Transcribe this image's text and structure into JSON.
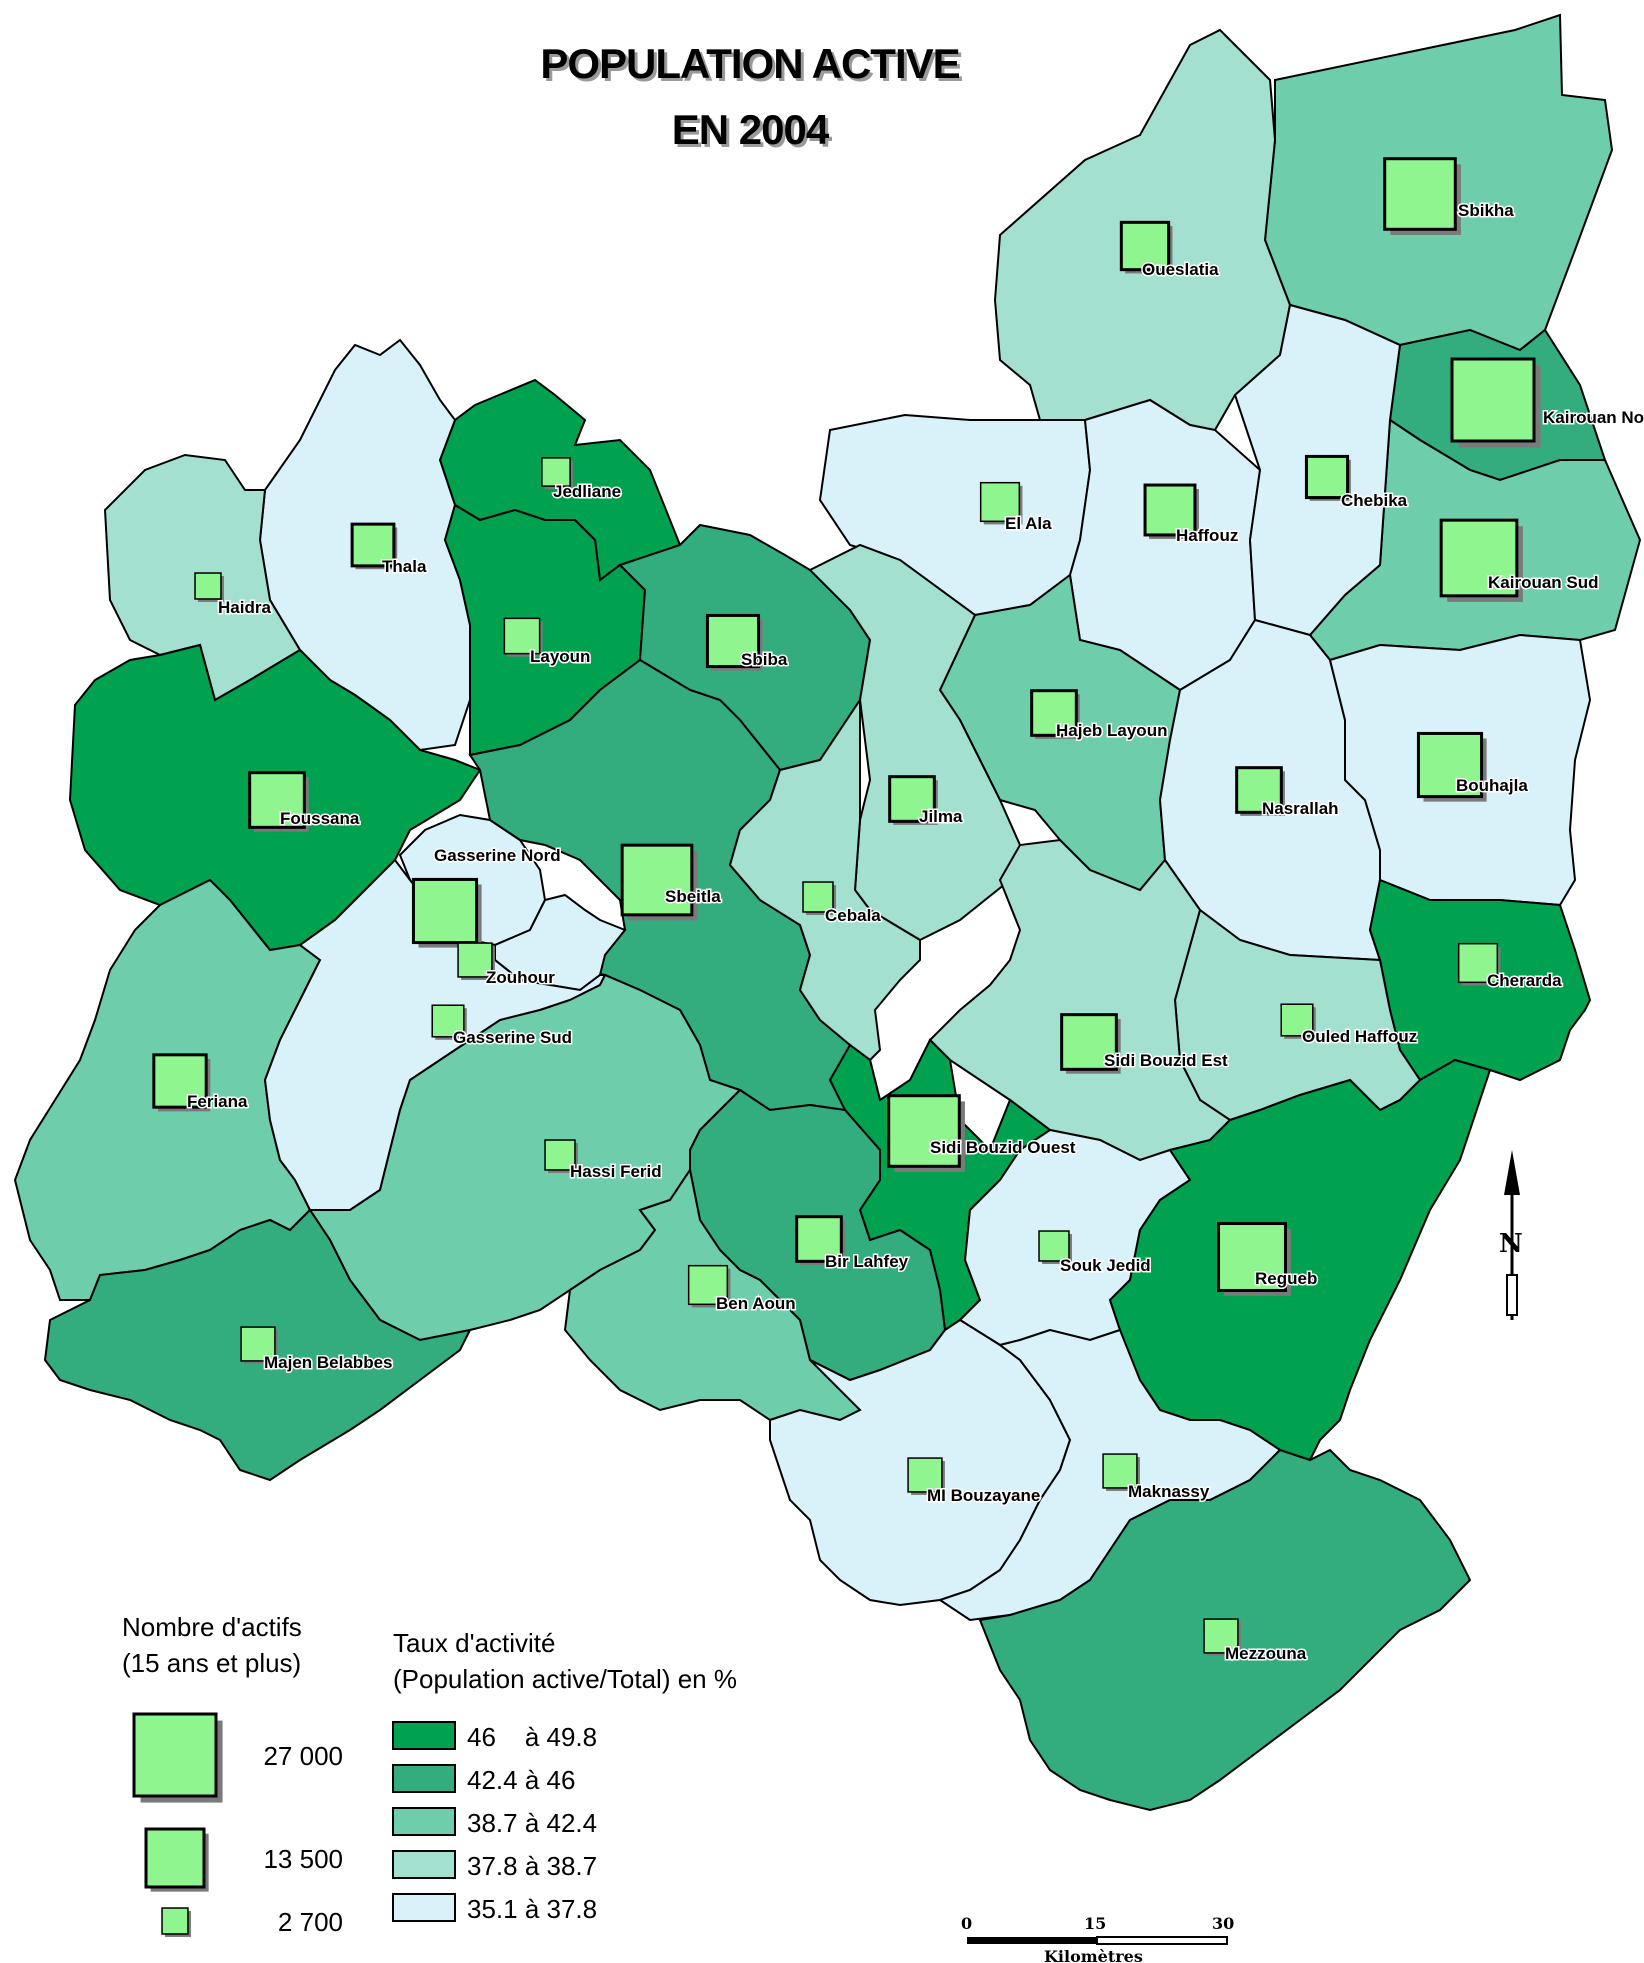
{
  "title": {
    "line1": "POPULATION ACTIVE",
    "line2": "EN 2004"
  },
  "colors": {
    "c1": "#00a14f",
    "c2": "#33ad7e",
    "c3": "#6ecdab",
    "c4": "#a3e0d0",
    "c5": "#d9f2f9",
    "symbol": "#8ff58f"
  },
  "delegations": [
    {
      "id": "sbikha",
      "name": "Sbikha",
      "actifs": 20000
    },
    {
      "id": "oueslatia",
      "name": "Oueslatia",
      "actifs": 9000
    },
    {
      "id": "kairouan_nord",
      "name": "Kairouan Nord",
      "actifs": 27000
    },
    {
      "id": "kairouan_sud",
      "name": "Kairouan Sud",
      "actifs": 23000
    },
    {
      "id": "el_ala",
      "name": "El Ala",
      "actifs": 6000
    },
    {
      "id": "haffouz",
      "name": "Haffouz",
      "actifs": 10000
    },
    {
      "id": "chebika",
      "name": "Chebika",
      "actifs": 6800
    },
    {
      "id": "jedliane",
      "name": "Jedliane",
      "actifs": 3200
    },
    {
      "id": "thala",
      "name": "Thala",
      "actifs": 7000
    },
    {
      "id": "haidra",
      "name": "Haidra",
      "actifs": 2700
    },
    {
      "id": "layoun",
      "name": "Layoun",
      "actifs": 5000
    },
    {
      "id": "sbiba",
      "name": "Sbiba",
      "actifs": 10500
    },
    {
      "id": "hajeb_layoun",
      "name": "Hajeb Layoun",
      "actifs": 8000
    },
    {
      "id": "foussana",
      "name": "Foussana",
      "actifs": 12000
    },
    {
      "id": "jilma",
      "name": "Jilma",
      "actifs": 8000
    },
    {
      "id": "nasrallah",
      "name": "Nasrallah",
      "actifs": 8000
    },
    {
      "id": "bouhajla",
      "name": "Bouhajla",
      "actifs": 16000
    },
    {
      "id": "gasserine_nord",
      "name": "Gasserine Nord",
      "actifs": 16000
    },
    {
      "id": "sbeitla",
      "name": "Sbeitla",
      "actifs": 19500
    },
    {
      "id": "cebala",
      "name": "Cebala",
      "actifs": 3600
    },
    {
      "id": "zouhour",
      "name": "Zouhour",
      "actifs": 4600
    },
    {
      "id": "cherarda",
      "name": "Cherarda",
      "actifs": 6000
    },
    {
      "id": "gasserine_sud",
      "name": "Gasserine Sud",
      "actifs": 4000
    },
    {
      "id": "ouled_haffouz",
      "name": "Ouled Haffouz",
      "actifs": 4000
    },
    {
      "id": "sidi_bouzid_est",
      "name": "Sidi Bouzid Est",
      "actifs": 12000
    },
    {
      "id": "feriana",
      "name": "Feriana",
      "actifs": 11000
    },
    {
      "id": "sidi_bouzid_ouest",
      "name": "Sidi Bouzid Ouest",
      "actifs": 20000
    },
    {
      "id": "hassi_ferid",
      "name": "Hassi Ferid",
      "actifs": 3600
    },
    {
      "id": "bir_lahfey",
      "name": "Bir Lahfey",
      "actifs": 8000
    },
    {
      "id": "souk_jedid",
      "name": "Souk Jedid",
      "actifs": 3600
    },
    {
      "id": "regueb",
      "name": "Regueb",
      "actifs": 18000
    },
    {
      "id": "ben_aoun",
      "name": "Ben Aoun",
      "actifs": 6000
    },
    {
      "id": "majen_belabbes",
      "name": "Majen Belabbes",
      "actifs": 4600
    },
    {
      "id": "mi_bouzayane",
      "name": "MI Bouzayane",
      "actifs": 4600
    },
    {
      "id": "maknassy",
      "name": "Maknassy",
      "actifs": 4600
    },
    {
      "id": "mezzouna",
      "name": "Mezzouna",
      "actifs": 4600
    }
  ],
  "legend_size": {
    "title_line1": "Nombre d'actifs",
    "title_line2": "(15 ans et plus)",
    "items": [
      {
        "value": 27000,
        "label": "27 000"
      },
      {
        "value": 13500,
        "label": "13 500"
      },
      {
        "value": 2700,
        "label": "2 700"
      }
    ]
  },
  "legend_color": {
    "title_line1": "Taux d'activité",
    "title_line2": "(Population active/Total) en %",
    "classes": [
      {
        "label": "46    à 49.8",
        "color": "#00a14f"
      },
      {
        "label": "42.4 à 46",
        "color": "#33ad7e"
      },
      {
        "label": "38.7 à 42.4",
        "color": "#6ecdab"
      },
      {
        "label": "37.8 à 38.7",
        "color": "#a3e0d0"
      },
      {
        "label": "35.1 à 37.8",
        "color": "#d9f2f9"
      }
    ]
  },
  "scale": {
    "ticks": [
      "0",
      "15",
      "30"
    ],
    "unit": "Kilomètres"
  },
  "north": {
    "label": "N"
  }
}
